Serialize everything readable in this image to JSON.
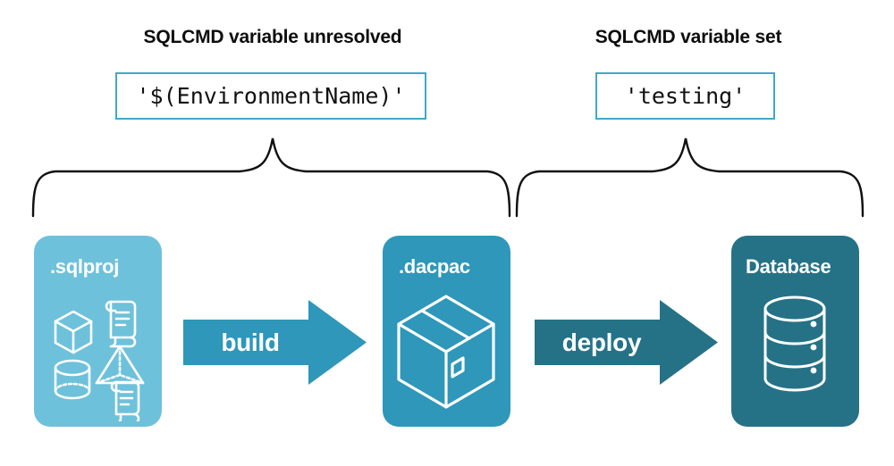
{
  "headings": {
    "left": "SQLCMD variable unresolved",
    "right": "SQLCMD variable set"
  },
  "code_boxes": {
    "left_value": "'$(EnvironmentName)'",
    "right_value": "'testing'"
  },
  "nodes": [
    {
      "label": ".sqlproj",
      "color": "#6EC1DA",
      "icon": "schema-objects-icon"
    },
    {
      "label": ".dacpac",
      "color": "#2E97BA",
      "icon": "package-box-icon"
    },
    {
      "label": "Database",
      "color": "#257287",
      "icon": "database-cylinder-icon"
    }
  ],
  "arrows": [
    {
      "label": "build",
      "color": "#2E97BA"
    },
    {
      "label": "deploy",
      "color": "#257287"
    }
  ],
  "braces": [
    {
      "name": "left-brace",
      "color": "#111111"
    },
    {
      "name": "right-brace",
      "color": "#111111"
    }
  ],
  "colors": {
    "accent_border": "#3FA9C8",
    "light_teal": "#6EC1DA",
    "mid_teal": "#2E97BA",
    "dark_teal": "#257287",
    "text": "#0d0d0d",
    "background": "#ffffff"
  }
}
